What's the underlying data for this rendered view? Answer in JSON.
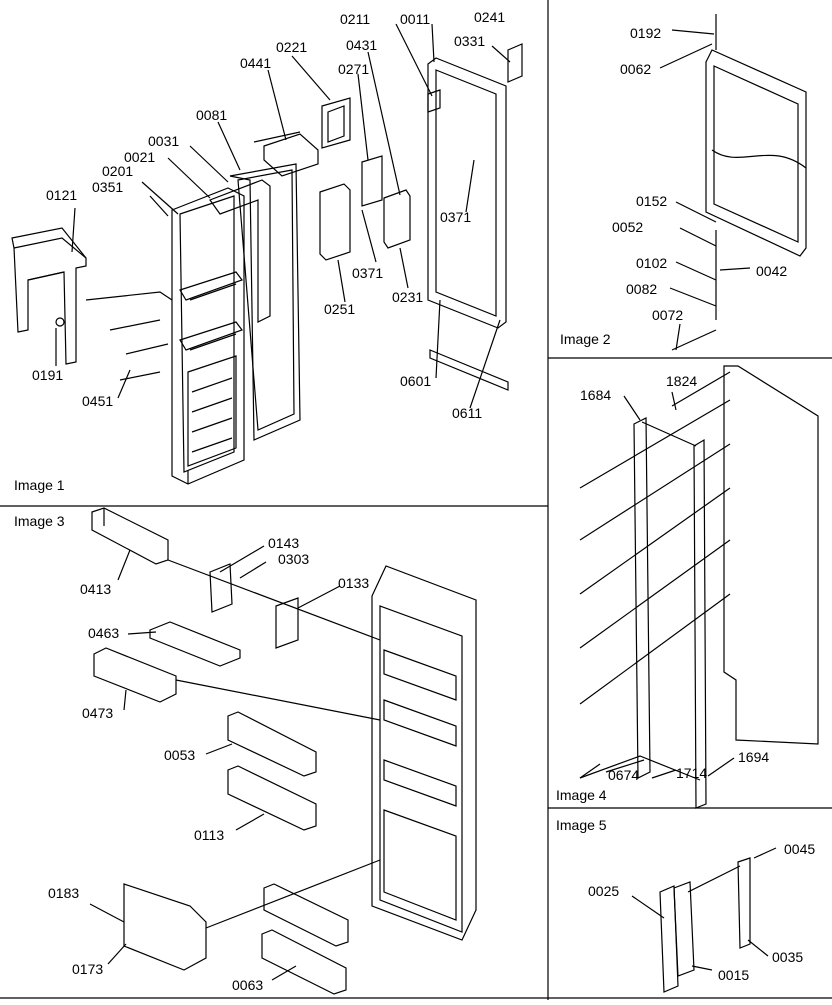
{
  "panels": [
    {
      "id": "image1",
      "caption": "Image 1"
    },
    {
      "id": "image2",
      "caption": "Image 2"
    },
    {
      "id": "image3",
      "caption": "Image 3"
    },
    {
      "id": "image4",
      "caption": "Image 4"
    },
    {
      "id": "image5",
      "caption": "Image 5"
    }
  ],
  "labels": {
    "image1": [
      "0211",
      "0011",
      "0241",
      "0331",
      "0221",
      "0431",
      "0441",
      "0271",
      "0081",
      "0031",
      "0021",
      "0201",
      "0351",
      "0121",
      "0371",
      "0371",
      "0251",
      "0231",
      "0191",
      "0451",
      "0601",
      "0611"
    ],
    "image2": [
      "0192",
      "0062",
      "0152",
      "0052",
      "0102",
      "0042",
      "0082",
      "0072"
    ],
    "image3": [
      "0143",
      "0303",
      "0413",
      "0133",
      "0463",
      "0473",
      "0053",
      "0113",
      "0183",
      "0173",
      "0063"
    ],
    "image4": [
      "1824",
      "1684",
      "1694",
      "0674",
      "1714"
    ],
    "image5": [
      "0045",
      "0025",
      "0035",
      "0015"
    ]
  }
}
